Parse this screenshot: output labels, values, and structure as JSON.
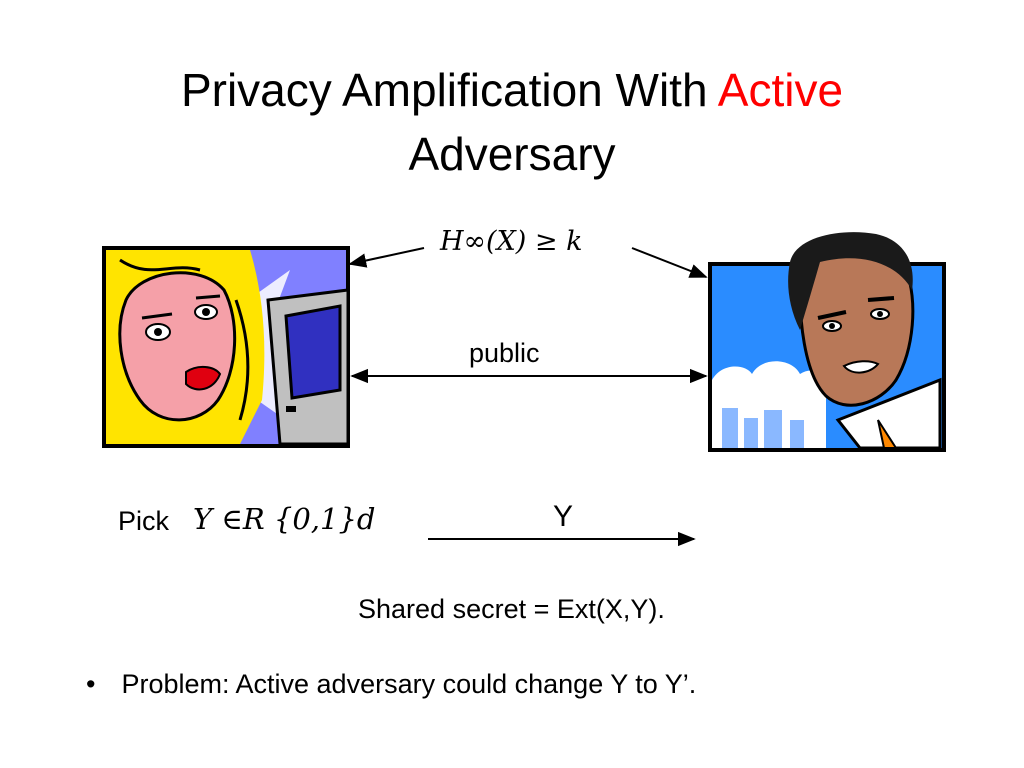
{
  "slide": {
    "title_prefix": "Privacy Amplification With ",
    "title_accent": "Active",
    "title_suffix": "Adversary",
    "accent_color": "#ff0000"
  },
  "diagram": {
    "entropy_formula": "H∞(X) ≥ k",
    "public_label": "public",
    "pick_label": "Pick",
    "pick_formula": "Y ∈R {0,1}d",
    "message_label": "Y",
    "shared_secret": "Shared secret = Ext(X,Y)."
  },
  "bullets": [
    {
      "marker": "•",
      "text": "Problem:  Active adversary could change Y to Y’."
    }
  ],
  "colors": {
    "woman_bg": "#8080ff",
    "woman_hair": "#ffe400",
    "man_bg": "#2a8cff",
    "cloud": "#ffffff"
  }
}
